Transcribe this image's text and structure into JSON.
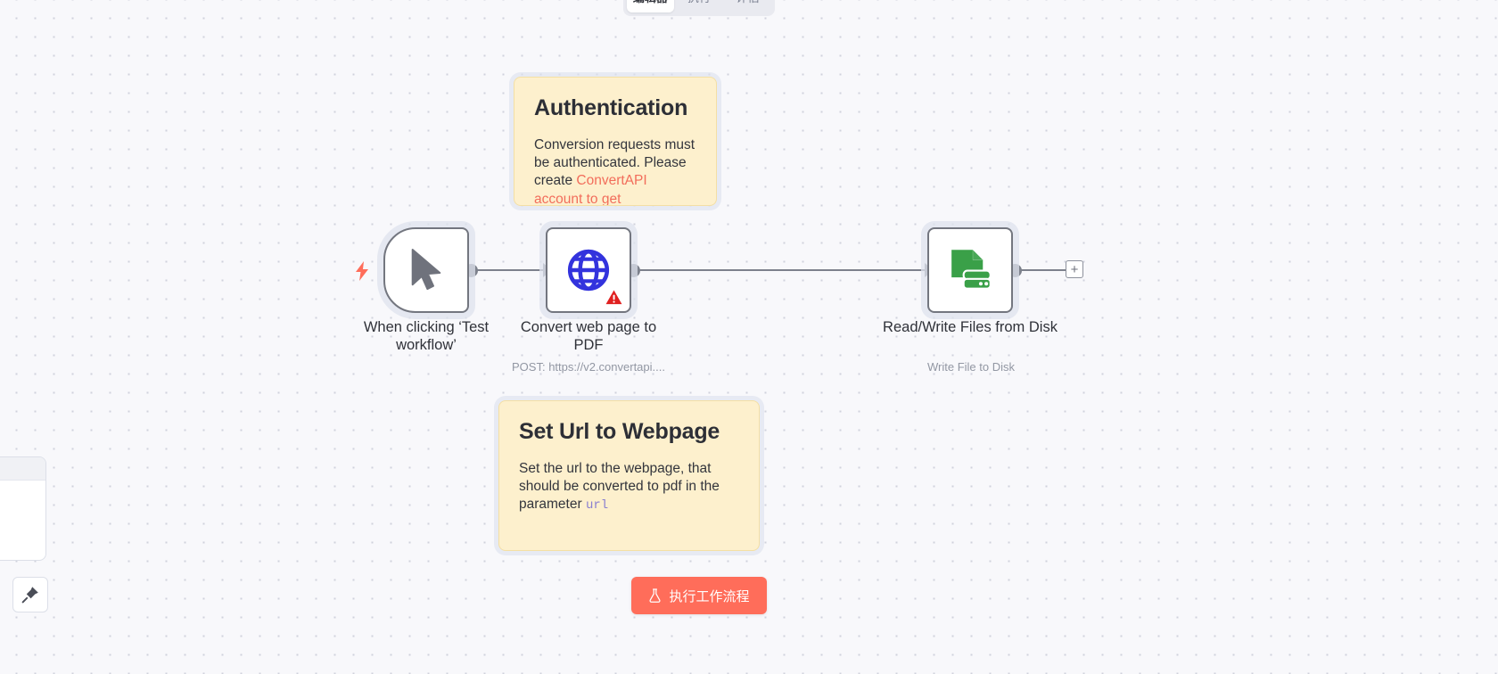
{
  "tabbar": {
    "tabs": [
      {
        "label": "编辑器",
        "active": true
      },
      {
        "label": "执行",
        "active": false
      },
      {
        "label": "评估",
        "active": false
      }
    ]
  },
  "notes": {
    "authentication": {
      "title": "Authentication",
      "body": "Conversion requests must be authenticated. Please create",
      "link": "ConvertAPI account to get authentication parameters",
      "bg_color": "#fdf0cd",
      "link_color": "#f26d5b"
    },
    "set_url": {
      "title": "Set Url to Webpage",
      "body": "Set the url to the webpage, that should be converted to pdf in the parameter",
      "code": "url",
      "bg_color": "#fdf0cd",
      "code_color": "#8a7fd0"
    }
  },
  "nodes": {
    "trigger": {
      "caption": "When clicking ‘Test workflow’",
      "subtitle": "",
      "icon": "cursor-pointer-icon",
      "badge": "lightning-bolt-icon"
    },
    "http": {
      "caption": "Convert web page to PDF",
      "subtitle": "POST: https://v2.convertapi....",
      "icon": "globe-icon",
      "icon_color": "#3333dd",
      "badge": "warning-triangle-icon",
      "badge_color": "#e02020"
    },
    "files": {
      "caption": "Read/Write Files from Disk",
      "subtitle": "Write File to Disk",
      "icon": "file-disk-icon",
      "icon_color": "#3aa048"
    }
  },
  "canvas": {
    "add_node_label": "+",
    "add_node_icon": "plus-icon"
  },
  "execute": {
    "label": "执行工作流程",
    "icon": "flask-icon",
    "color": "#ff6d5a"
  },
  "toolbar": {
    "pin_icon": "pin-tack-icon"
  }
}
